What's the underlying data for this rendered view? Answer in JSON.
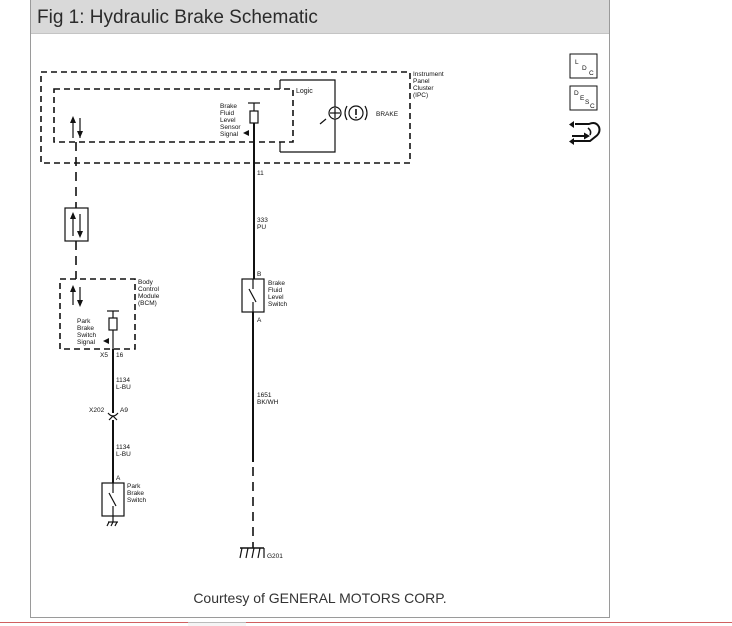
{
  "window": {
    "title": "Fig 1: Hydraulic Brake Schematic",
    "credit": "Courtesy of GENERAL MOTORS CORP."
  },
  "diagram": {
    "ipc": {
      "label": [
        "Instrument",
        "Panel",
        "Cluster",
        "(IPC)"
      ],
      "logic_label": "Logic",
      "brake_indicator": "BRAKE",
      "sensor_signal": [
        "Brake",
        "Fluid",
        "Level",
        "Sensor",
        "Signal"
      ]
    },
    "bcm": {
      "label": [
        "Body",
        "Control",
        "Module",
        "(BCM)"
      ],
      "park_signal": [
        "Park",
        "Brake",
        "Switch",
        "Signal"
      ],
      "connector": "X5",
      "pin": "16"
    },
    "fluid_switch": {
      "label": [
        "Brake",
        "Fluid",
        "Level",
        "Switch"
      ],
      "pin_top": "B",
      "pin_bottom": "A"
    },
    "park_switch": {
      "label": [
        "Park",
        "Brake",
        "Switch"
      ],
      "pin_top": "A"
    },
    "wires": {
      "ipc_pin": "11",
      "circuit_333": [
        "333",
        "PU"
      ],
      "circuit_1651": [
        "1651",
        "BK/WH"
      ],
      "circuit_1134_upper": [
        "1134",
        "L-BU"
      ],
      "circuit_1134_lower": [
        "1134",
        "L-BU"
      ]
    },
    "inline_connector": {
      "name": "X202",
      "pin": "A9"
    },
    "ground": "G201"
  },
  "side_icons": [
    {
      "name": "ldc-icon",
      "letters": [
        "L",
        "D",
        "C"
      ]
    },
    {
      "name": "desc-icon",
      "letters": [
        "D",
        "E",
        "S",
        "C"
      ]
    },
    {
      "name": "hand-arrow-icon"
    }
  ]
}
